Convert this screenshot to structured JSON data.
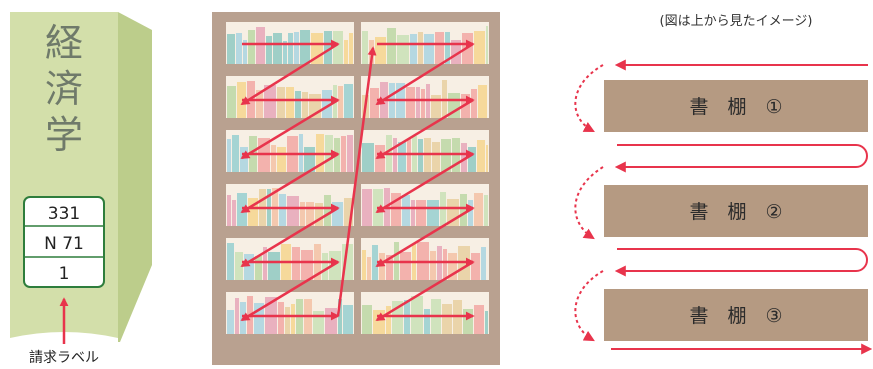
{
  "book": {
    "title_chars": [
      "経",
      "済",
      "学"
    ],
    "call_number": [
      "331",
      "N 71",
      "1"
    ],
    "label_caption": "請求ラベル"
  },
  "bookcase": {
    "columns": 2,
    "rows": 6,
    "reading_order": "left-to-right, top-to-bottom within each column; left column first, then right column"
  },
  "topview": {
    "caption": "(図は上から見たイメージ)",
    "shelves": [
      "書　棚　①",
      "書　棚　②",
      "書　棚　③"
    ]
  },
  "colors": {
    "arrow": "#e8344c",
    "book_cover": "#d3dfaa",
    "book_spine": "#bccd8b",
    "label_border": "#2e7d3c",
    "shelf": "#b59a82",
    "bookcase_frame": "#b9a190"
  }
}
